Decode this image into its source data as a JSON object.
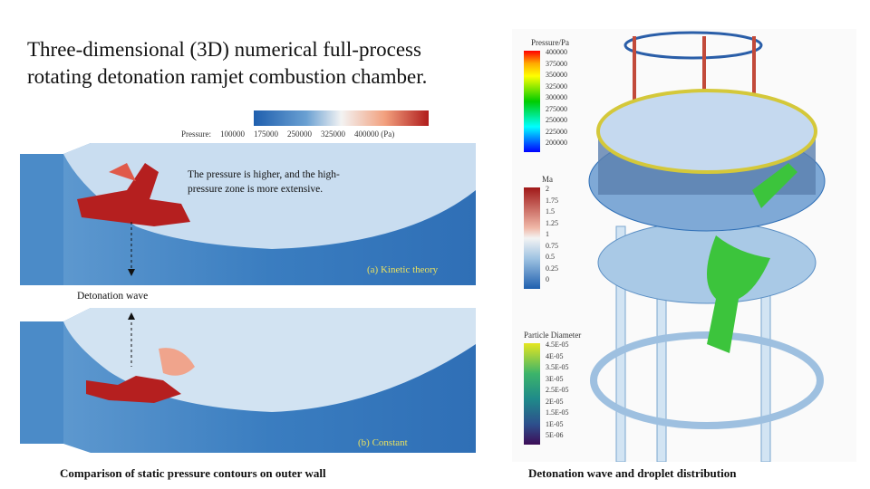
{
  "title_lines": [
    "Three-dimensional (3D) numerical full-process",
    "rotating detonation ramjet combustion chamber."
  ],
  "left_panel": {
    "colorbar": {
      "label": "Pressure:",
      "ticks": [
        "100000",
        "175000",
        "250000",
        "325000",
        "400000"
      ],
      "unit": "(Pa)",
      "colors": [
        "#2a6db5",
        "#f4f4f4",
        "#b31b1b"
      ]
    },
    "annotation": "The pressure is higher, and the high-pressure zone is more extensive.",
    "label_a": "(a) Kinetic theory",
    "label_b": "(b) Constant",
    "wave_label": "Detonation wave",
    "caption": "Comparison of static pressure contours on outer wall"
  },
  "right_panel": {
    "legends": [
      {
        "title": "Pressure/Pa",
        "ticks": [
          "400000",
          "375000",
          "350000",
          "325000",
          "300000",
          "275000",
          "250000",
          "225000",
          "200000"
        ]
      },
      {
        "title": "Ma",
        "ticks": [
          "2",
          "1.75",
          "1.5",
          "1.25",
          "1",
          "0.75",
          "0.5",
          "0.25",
          "0"
        ]
      },
      {
        "title": "Particle Diameter",
        "ticks": [
          "4.5E-05",
          "4E-05",
          "3.5E-05",
          "3E-05",
          "2.5E-05",
          "2E-05",
          "1.5E-05",
          "1E-05",
          "5E-06"
        ]
      }
    ],
    "caption": "Detonation wave and droplet distribution"
  }
}
